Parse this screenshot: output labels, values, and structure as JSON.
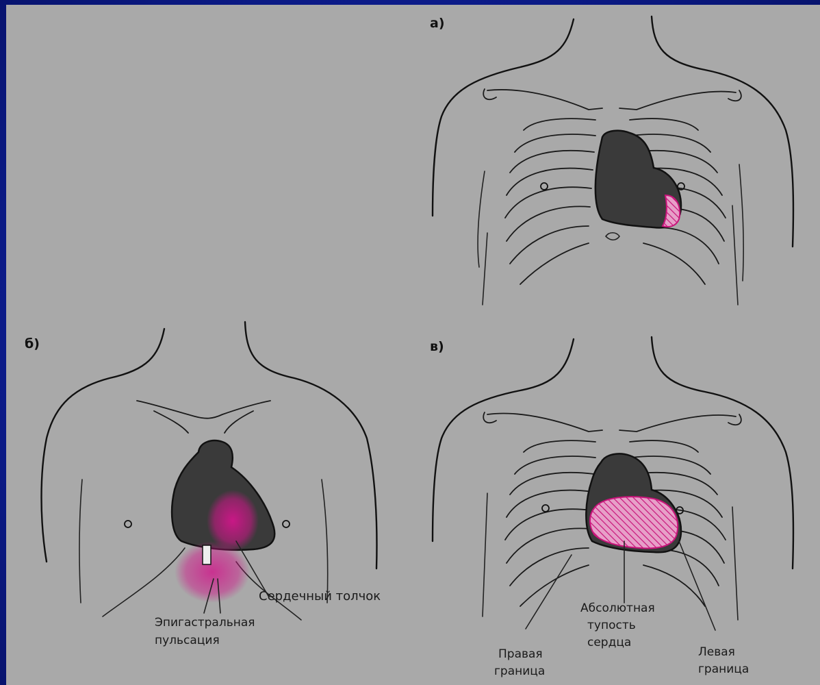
{
  "panels": {
    "a": {
      "letter": "а)"
    },
    "b": {
      "letter": "б)",
      "label_impulse": "Сердечный толчок",
      "label_epigastric_1": "Эпигастральная",
      "label_epigastric_2": "пульсация"
    },
    "v": {
      "letter": "в)",
      "label_abs_1": "Абсолютная",
      "label_abs_2": "тупость",
      "label_abs_3": "сердца",
      "label_right_1": "Правая",
      "label_right_2": "граница",
      "label_left_1": "Левая",
      "label_left_2": "граница"
    }
  },
  "colors": {
    "background_blue": "#0e1f96",
    "panel_grey": "#a9a9a9",
    "accent_magenta": "#d0168a",
    "heart_dark": "#3a3a3a"
  }
}
